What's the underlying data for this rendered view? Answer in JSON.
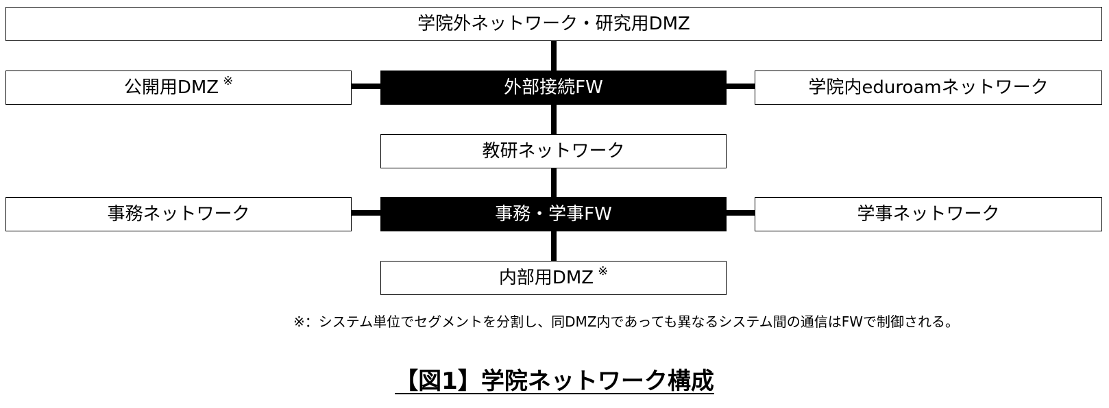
{
  "diagram": {
    "top_network": "学院外ネットワーク・研究用DMZ",
    "public_dmz": "公開用DMZ",
    "public_dmz_mark": "※",
    "external_fw": "外部接続FW",
    "eduroam_network": "学院内eduroamネットワーク",
    "research_network": "教研ネットワーク",
    "admin_network": "事務ネットワーク",
    "admin_academic_fw": "事務・学事FW",
    "academic_network": "学事ネットワーク",
    "internal_dmz": "内部用DMZ",
    "internal_dmz_mark": "※"
  },
  "footnote": "※：システム単位でセグメントを分割し、同DMZ内であっても異なるシステム間の通信はFWで制御される。",
  "caption": "【図1】学院ネットワーク構成",
  "colors": {
    "border": "#000000",
    "firewall_fill": "#000000",
    "firewall_text": "#ffffff",
    "box_fill": "#ffffff"
  }
}
